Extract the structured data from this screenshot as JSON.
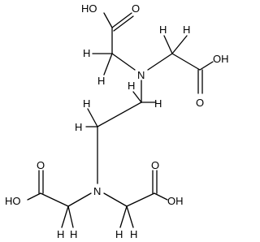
{
  "molecule": {
    "atom_labels": {
      "oh_top_left": "HO",
      "o_top_left": "O",
      "h_top_left_a": "H",
      "h_top_left_b": "H",
      "n_top": "N",
      "h_top_right_a": "H",
      "h_top_right_b": "H",
      "oh_top_right": "OH",
      "o_top_right": "O",
      "h_bridge_top_a": "H",
      "h_bridge_top_b": "H",
      "h_bridge_bottom_a": "H",
      "h_bridge_bottom_b": "H",
      "n_bottom": "N",
      "oh_bottom_left": "HO",
      "o_bottom_left": "O",
      "h_bottom_left_a": "H",
      "h_bottom_left_b": "H",
      "oh_bottom_right": "OH",
      "o_bottom_right": "O",
      "h_bottom_right_a": "H",
      "h_bottom_right_b": "H"
    }
  }
}
